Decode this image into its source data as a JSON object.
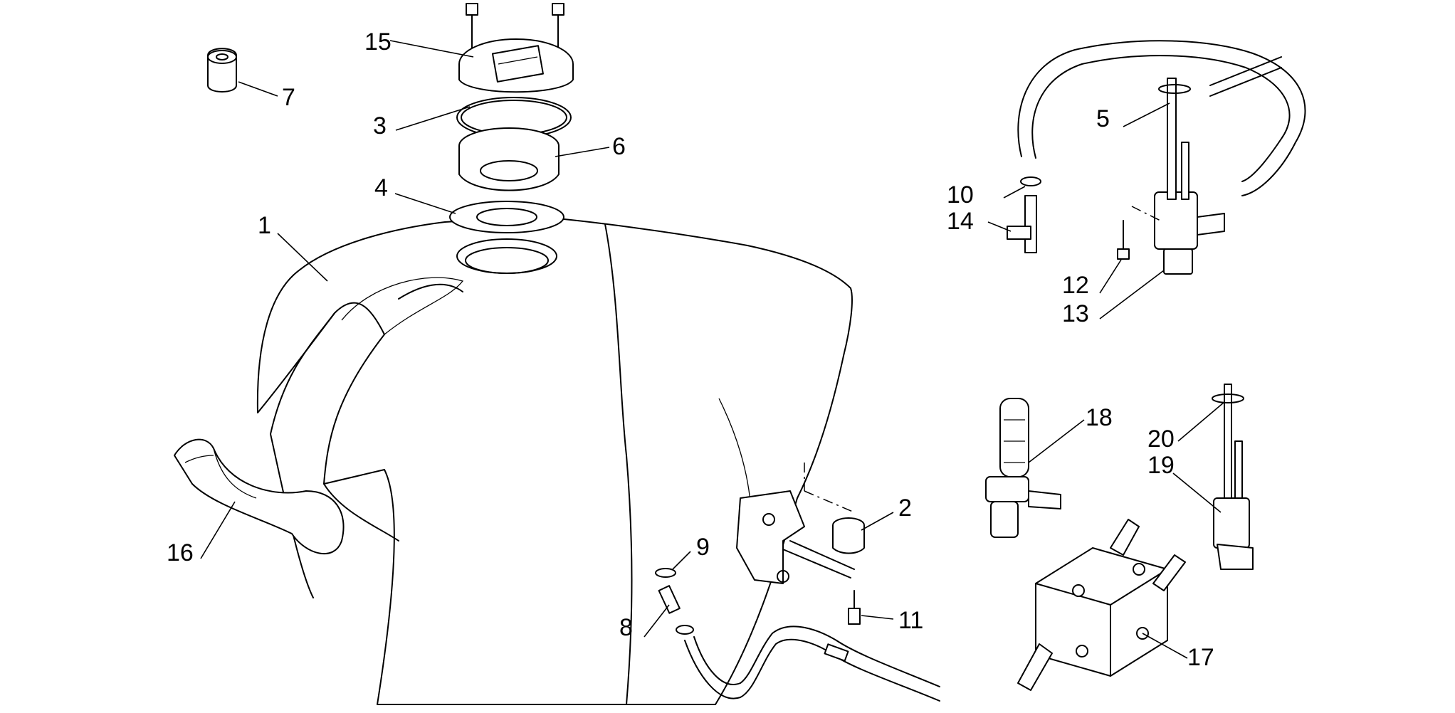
{
  "diagram": {
    "callouts": [
      {
        "id": "c1",
        "label": "1"
      },
      {
        "id": "c2",
        "label": "2"
      },
      {
        "id": "c3",
        "label": "3"
      },
      {
        "id": "c4",
        "label": "4"
      },
      {
        "id": "c5",
        "label": "5"
      },
      {
        "id": "c6",
        "label": "6"
      },
      {
        "id": "c7",
        "label": "7"
      },
      {
        "id": "c8",
        "label": "8"
      },
      {
        "id": "c9",
        "label": "9"
      },
      {
        "id": "c10",
        "label": "10"
      },
      {
        "id": "c11",
        "label": "11"
      },
      {
        "id": "c12",
        "label": "12"
      },
      {
        "id": "c13",
        "label": "13"
      },
      {
        "id": "c14",
        "label": "14"
      },
      {
        "id": "c15",
        "label": "15"
      },
      {
        "id": "c16",
        "label": "16"
      },
      {
        "id": "c17",
        "label": "17"
      },
      {
        "id": "c18",
        "label": "18"
      },
      {
        "id": "c19",
        "label": "19"
      },
      {
        "id": "c20",
        "label": "20"
      }
    ]
  }
}
